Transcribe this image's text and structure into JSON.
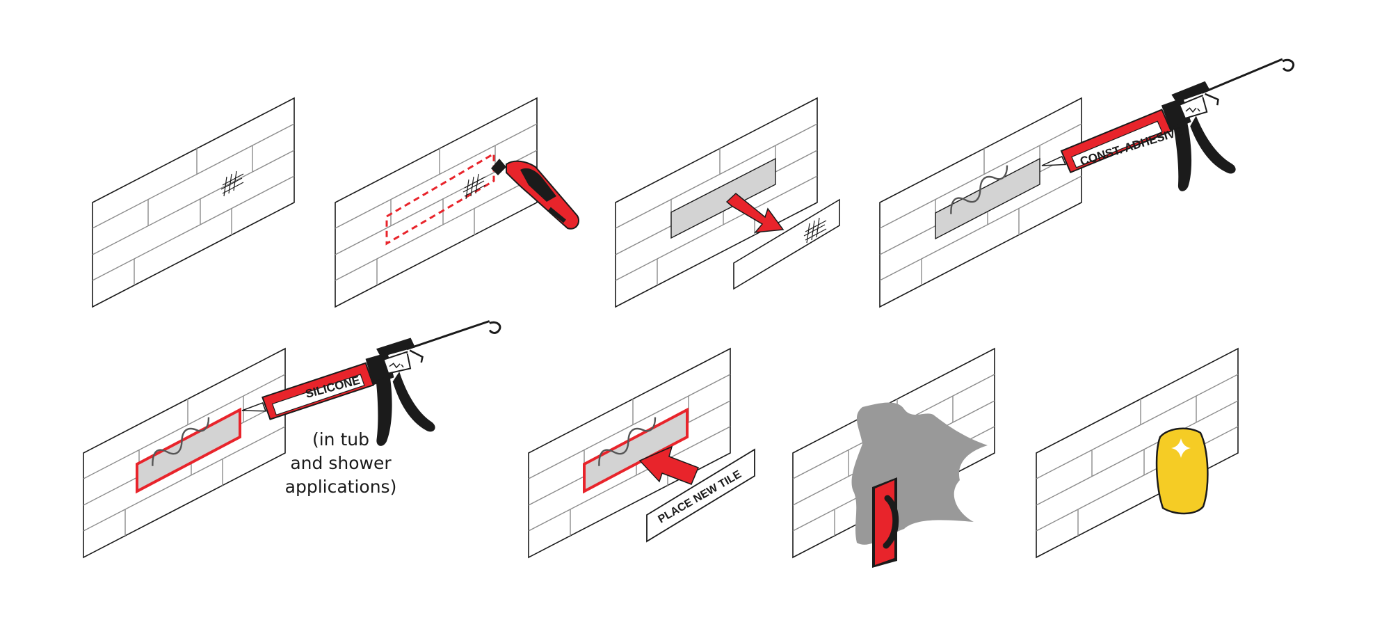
{
  "colors": {
    "line": "#1a1a1a",
    "grout": "#8c8c8c",
    "accent_red": "#e8242b",
    "tool_black": "#1b1b1b",
    "removed_gray": "#d3d3d3",
    "mortar_gray": "#999999",
    "sponge_yellow": "#f5cc25"
  },
  "steps": [
    {
      "name": "damaged-tile",
      "icons": [
        "cracked-tile-icon"
      ]
    },
    {
      "name": "cut-grout",
      "icons": [
        "oscillating-tool-icon",
        "cut-line-icon"
      ]
    },
    {
      "name": "remove-tile",
      "icons": [
        "arrow-out-icon",
        "removed-tile-icon"
      ]
    },
    {
      "name": "apply-adhesive",
      "icons": [
        "caulk-gun-icon"
      ]
    },
    {
      "name": "apply-silicone",
      "icons": [
        "caulk-gun-icon"
      ]
    },
    {
      "name": "place-new-tile",
      "icons": [
        "arrow-in-icon",
        "tag-icon"
      ]
    },
    {
      "name": "grout",
      "icons": [
        "grout-float-icon",
        "grout-smear-icon"
      ]
    },
    {
      "name": "clean",
      "icons": [
        "sponge-icon",
        "sparkle-icon"
      ]
    }
  ],
  "labels": {
    "adhesive": "CONST. ADHESIVE",
    "silicone": "SILICONE",
    "place_new_tile": "PLACE NEW TILE",
    "caption_line1": "(in tub",
    "caption_line2": "and shower",
    "caption_line3": "applications)"
  }
}
